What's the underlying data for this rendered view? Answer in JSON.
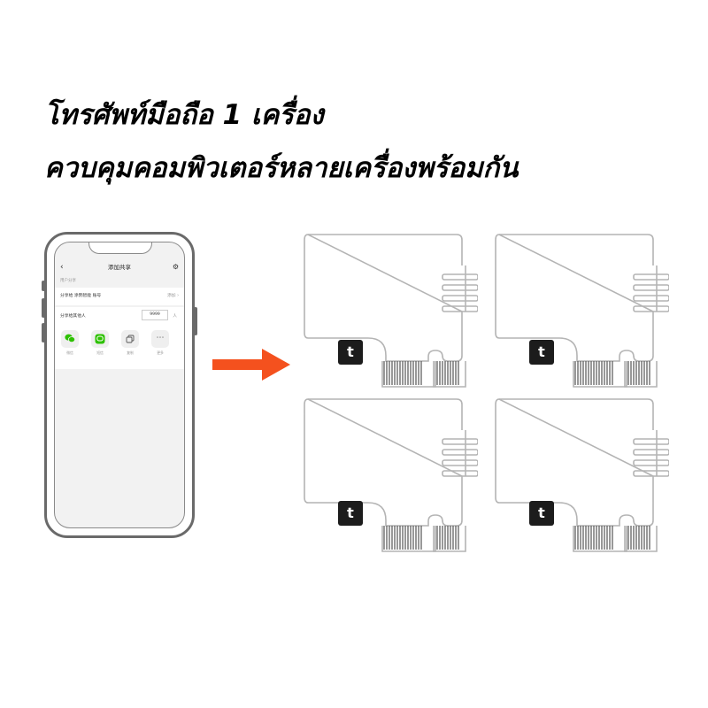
{
  "headline": {
    "line1": "โทรศัพท์มือถือ 1 เครื่อง",
    "line2": "ควบคุมคอมพิวเตอร์หลายเครื่องพร้อมกัน"
  },
  "phone_app": {
    "header_title": "添加共享",
    "back_icon": "chevron-left-icon",
    "settings_icon": "gear-icon",
    "section_label": "用户分享",
    "share_account_text": "分享给 涂鸦智能 账号",
    "share_account_action": "添加",
    "share_others_text": "分享给其他人",
    "share_count": "9999",
    "share_count_unit": "人",
    "share_targets": [
      {
        "label": "微信",
        "icon": "wechat-icon",
        "color": "#2dc100"
      },
      {
        "label": "短信",
        "icon": "message-icon",
        "color": "#2dc100"
      },
      {
        "label": "复制",
        "icon": "copy-icon",
        "color": "#555555"
      },
      {
        "label": "更多",
        "icon": "more-icon",
        "color": "#555555"
      }
    ]
  },
  "arrow": {
    "icon": "arrow-right-icon",
    "color": "#f4511e"
  },
  "boards": [
    {
      "logo": "t",
      "logo_icon": "tuya-logo-icon"
    },
    {
      "logo": "t",
      "logo_icon": "tuya-logo-icon"
    },
    {
      "logo": "t",
      "logo_icon": "tuya-logo-icon"
    },
    {
      "logo": "t",
      "logo_icon": "tuya-logo-icon"
    }
  ]
}
